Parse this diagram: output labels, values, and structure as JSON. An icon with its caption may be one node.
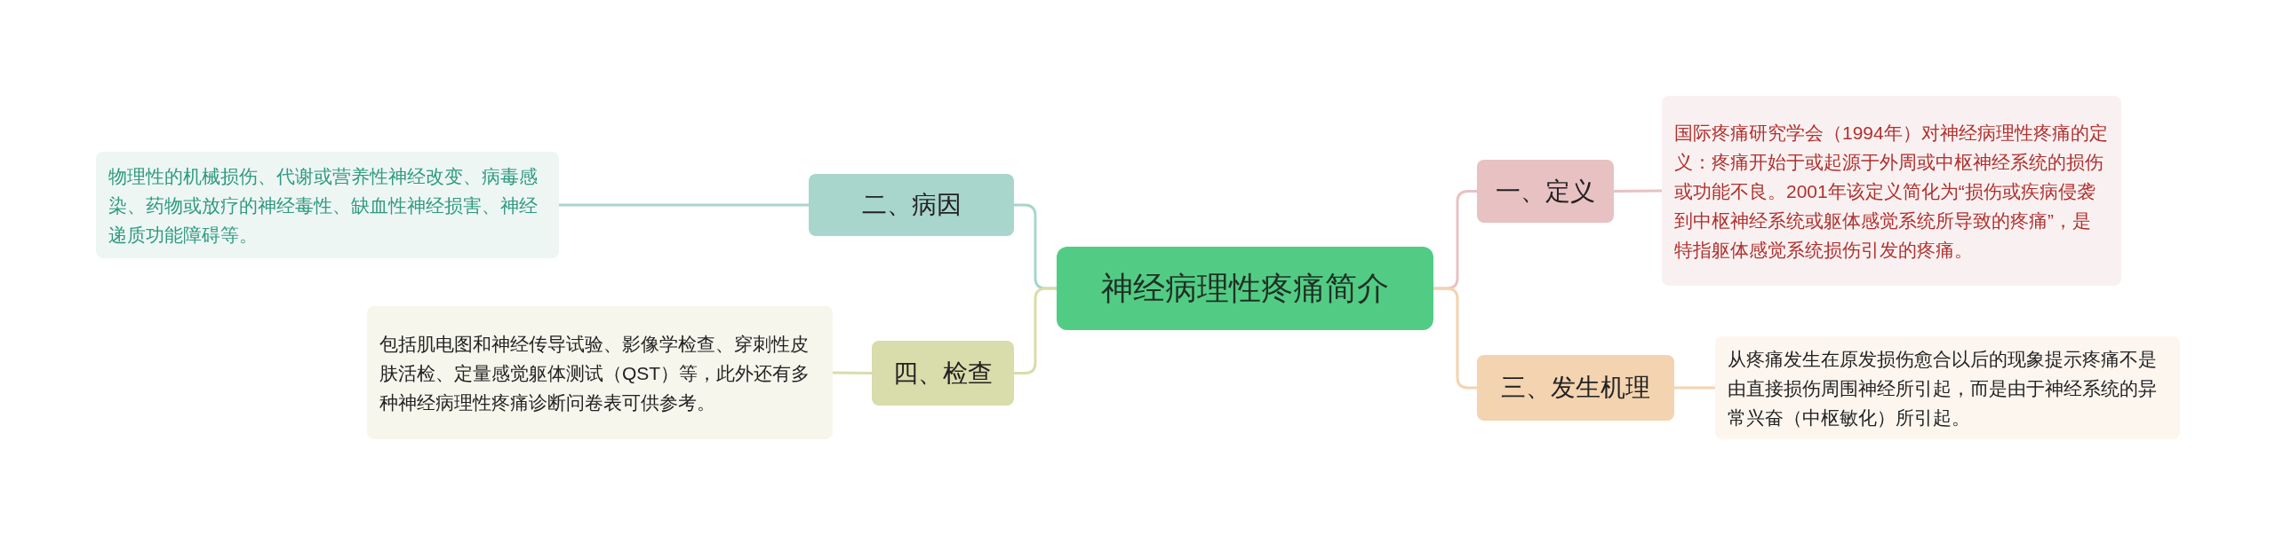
{
  "diagram": {
    "nodes": [
      {
        "text": [
          "神经病理性疼痛简介"
        ]
      },
      {
        "text": [
          "一、定义"
        ]
      },
      {
        "text": [
          "国际疼痛研究学会（1994年）对神经病理性疼痛的定义：疼痛开始于或起源于外周或中枢神经系统的损伤或功能不良。2001年该定义简化为“损伤或疾病侵袭到中枢神经系统或躯体感觉系统所导致的疼痛”，是特指躯体感觉系统损伤引发的疼痛。"
        ]
      },
      {
        "text": [
          "二、病因"
        ]
      },
      {
        "text": [
          "物理性的机械损伤、代谢或营养性神经改变、病毒感染、药物或放疗的神经毒性、缺血性神经损害、神经递质功能障碍等。"
        ]
      },
      {
        "text": [
          "三、发生机理"
        ]
      },
      {
        "text": [
          "从疼痛发生在原发损伤愈合以后的现象提示疼痛不是由直接损伤周围神经所引起，而是由于神经系统的异常兴奋（中枢敏化）所引起。"
        ]
      },
      {
        "text": [
          "四、检查"
        ]
      },
      {
        "text": [
          "包括肌电图和神经传导试验、影像学检查、穿刺性皮肤活检、定量感觉躯体测试（QST）等，此外还有多种神经病理性疼痛诊断问卷表可供参考。"
        ]
      }
    ],
    "edges": [
      {
        "from": 0,
        "to": 1,
        "arrow": "none",
        "color": "#e8c1c3"
      },
      {
        "from": 1,
        "to": 2,
        "arrow": "none",
        "color": "#e8c1c3"
      },
      {
        "from": 0,
        "to": 3,
        "arrow": "none",
        "color": "#a8d5cc"
      },
      {
        "from": 3,
        "to": 4,
        "arrow": "none",
        "color": "#a8d5cc"
      },
      {
        "from": 0,
        "to": 5,
        "arrow": "none",
        "color": "#f3d3b0"
      },
      {
        "from": 5,
        "to": 6,
        "arrow": "none",
        "color": "#f3d3b0"
      },
      {
        "from": 0,
        "to": 7,
        "arrow": "none",
        "color": "#d9dcab"
      },
      {
        "from": 7,
        "to": 8,
        "arrow": "none",
        "color": "#d9dcab"
      }
    ]
  }
}
